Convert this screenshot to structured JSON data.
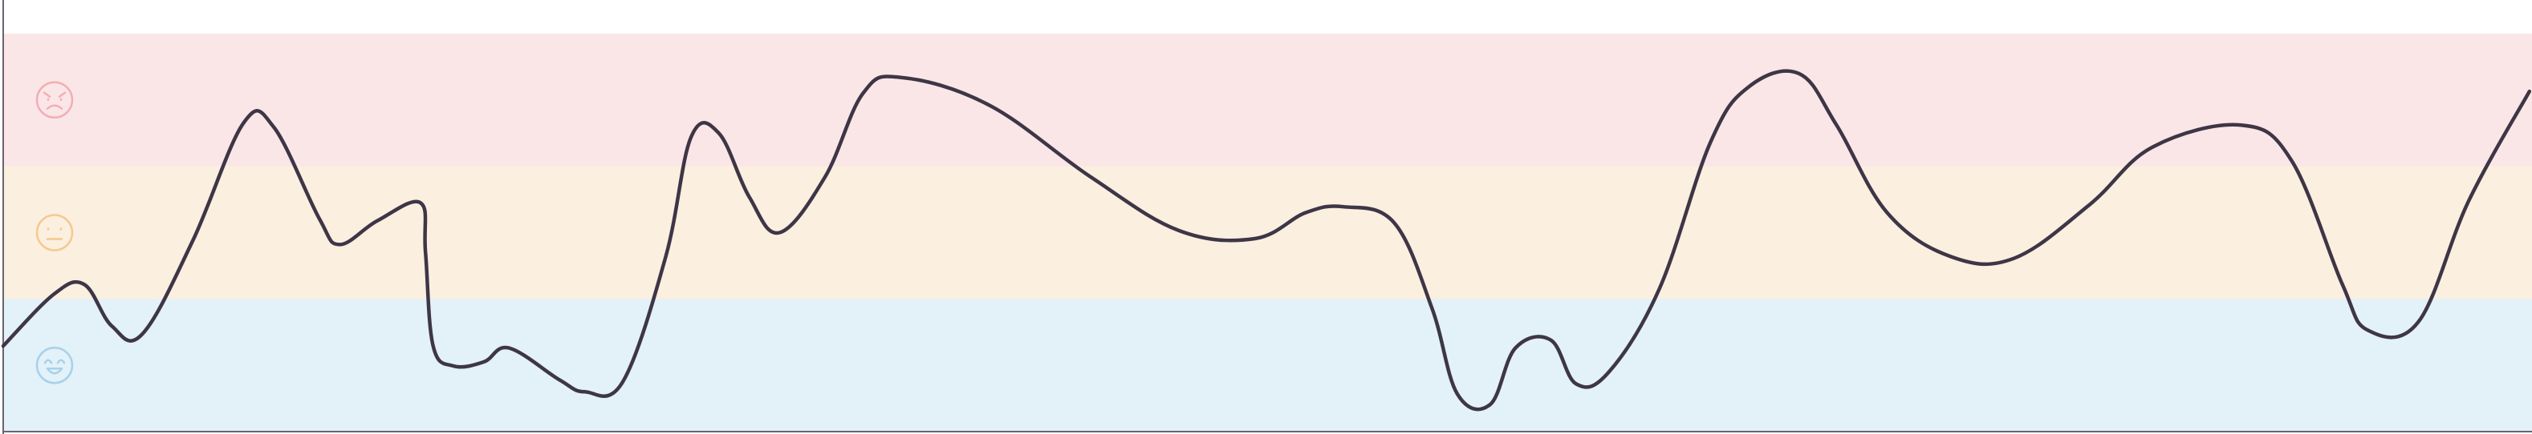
{
  "chart_data": {
    "type": "line",
    "title": "",
    "xlabel": "",
    "ylabel": "",
    "grid": false,
    "legend": "none",
    "xlim": [
      0,
      100
    ],
    "ylim": [
      0,
      100
    ],
    "bands": [
      {
        "name": "angry",
        "from": 66.7,
        "to": 100,
        "color": "#fbe6e7",
        "icon": "angry-face-icon",
        "icon_color": "#f2aeb4"
      },
      {
        "name": "neutral",
        "from": 33.3,
        "to": 66.7,
        "color": "#fbefe0",
        "icon": "neutral-face-icon",
        "icon_color": "#f6c98e"
      },
      {
        "name": "happy",
        "from": 0,
        "to": 33.3,
        "color": "#e3f1f9",
        "icon": "happy-face-icon",
        "icon_color": "#a6d2eb"
      }
    ],
    "line_color": "#3e3646",
    "series": [
      {
        "values": [
          [
            0,
            21.5
          ],
          [
            2.0,
            34.5
          ],
          [
            3.2,
            37.0
          ],
          [
            4.3,
            26.5
          ],
          [
            5.5,
            24.5
          ],
          [
            7.5,
            48.0
          ],
          [
            9.5,
            77.5
          ],
          [
            10.7,
            76.5
          ],
          [
            12.5,
            53.5
          ],
          [
            13.3,
            47.0
          ],
          [
            14.8,
            53.0
          ],
          [
            16.5,
            57.5
          ],
          [
            16.7,
            45.0
          ],
          [
            17.0,
            21.5
          ],
          [
            17.8,
            16.5
          ],
          [
            19.0,
            17.5
          ],
          [
            20.0,
            21.0
          ],
          [
            22.0,
            13.0
          ],
          [
            23.0,
            10.0
          ],
          [
            24.5,
            12.5
          ],
          [
            26.2,
            44.0
          ],
          [
            27.2,
            74.0
          ],
          [
            28.3,
            75.0
          ],
          [
            29.5,
            59.0
          ],
          [
            30.7,
            50.0
          ],
          [
            32.5,
            64.0
          ],
          [
            34.0,
            85.0
          ],
          [
            35.5,
            89.0
          ],
          [
            39.0,
            82.0
          ],
          [
            43.0,
            64.0
          ],
          [
            46.5,
            50.5
          ],
          [
            49.5,
            48.5
          ],
          [
            51.5,
            55.0
          ],
          [
            53.0,
            56.5
          ],
          [
            55.0,
            52.5
          ],
          [
            56.5,
            31.0
          ],
          [
            57.5,
            9.5
          ],
          [
            58.8,
            6.8
          ],
          [
            59.8,
            21.0
          ],
          [
            61.2,
            23.0
          ],
          [
            62.2,
            12.0
          ],
          [
            63.5,
            15.0
          ],
          [
            65.5,
            36.0
          ],
          [
            67.5,
            72.5
          ],
          [
            69.0,
            86.5
          ],
          [
            71.0,
            90.0
          ],
          [
            72.5,
            77.0
          ],
          [
            74.5,
            55.0
          ],
          [
            77.0,
            44.0
          ],
          [
            79.5,
            43.5
          ],
          [
            82.5,
            57.0
          ],
          [
            85.0,
            71.5
          ],
          [
            88.5,
            77.0
          ],
          [
            90.5,
            68.0
          ],
          [
            92.5,
            37.0
          ],
          [
            93.5,
            25.5
          ],
          [
            95.5,
            27.5
          ],
          [
            97.5,
            58.0
          ],
          [
            99.9,
            85.5
          ]
        ]
      }
    ]
  }
}
